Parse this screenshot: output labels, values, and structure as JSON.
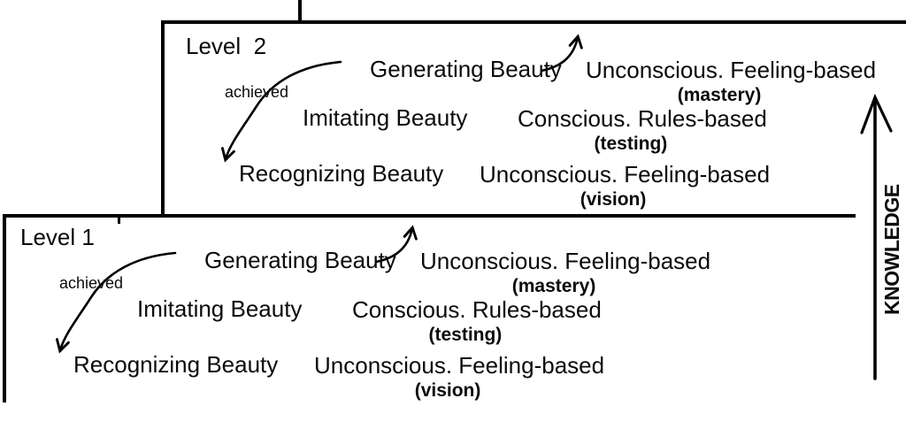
{
  "knowledge_axis": {
    "label": "KNOWLEDGE"
  },
  "levels": [
    {
      "label": "Level  2",
      "achieved_label": "achieved",
      "rows": [
        {
          "stage": "Generating Beauty",
          "mode": "Unconscious. Feeling-based",
          "tag": "(mastery)"
        },
        {
          "stage": "Imitating Beauty",
          "mode": "Conscious. Rules-based",
          "tag": "(testing)"
        },
        {
          "stage": "Recognizing Beauty",
          "mode": "Unconscious. Feeling-based",
          "tag": "(vision)"
        }
      ]
    },
    {
      "label": "Level 1",
      "achieved_label": "achieved",
      "rows": [
        {
          "stage": "Generating Beauty",
          "mode": "Unconscious. Feeling-based",
          "tag": "(mastery)"
        },
        {
          "stage": "Imitating Beauty",
          "mode": "Conscious. Rules-based",
          "tag": "(testing)"
        },
        {
          "stage": "Recognizing Beauty",
          "mode": "Unconscious. Feeling-based",
          "tag": "(vision)"
        }
      ]
    }
  ]
}
